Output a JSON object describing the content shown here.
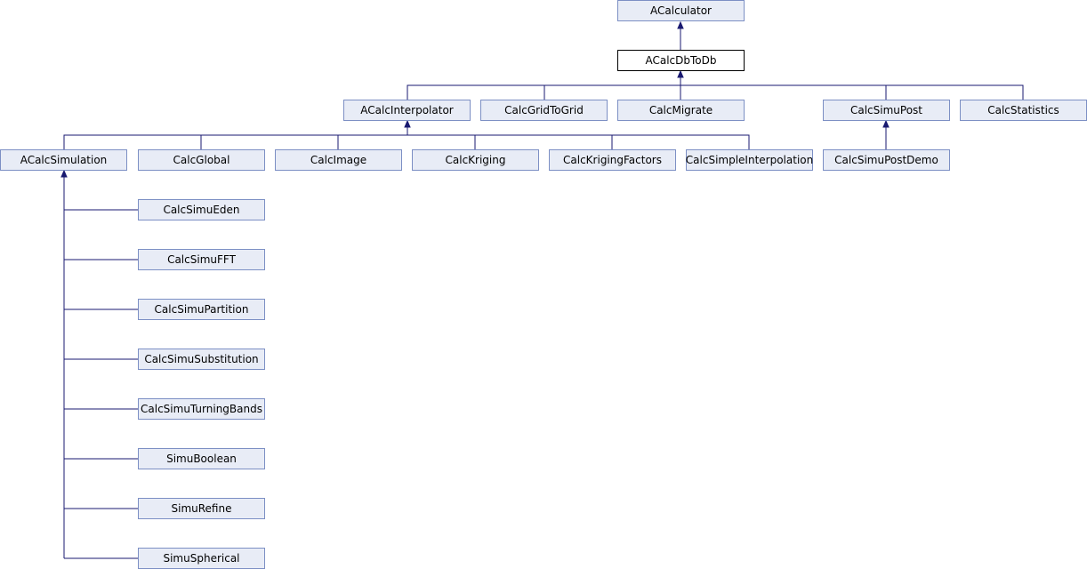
{
  "diagram": {
    "nodes": {
      "acalculator": "ACalculator",
      "acalcdbtodb": "ACalcDbToDb",
      "acalcinterpolator": "ACalcInterpolator",
      "calcgridtogrid": "CalcGridToGrid",
      "calcmigrate": "CalcMigrate",
      "calcsimupost": "CalcSimuPost",
      "calcstatistics": "CalcStatistics",
      "acalcsimulation": "ACalcSimulation",
      "calcglobal": "CalcGlobal",
      "calcimage": "CalcImage",
      "calckriging": "CalcKriging",
      "calckrigingfactors": "CalcKrigingFactors",
      "calcsimpleinterpolation": "CalcSimpleInterpolation",
      "calcsimupostdemo": "CalcSimuPostDemo",
      "calcsimueden": "CalcSimuEden",
      "calcsimufft": "CalcSimuFFT",
      "calcsimupartition": "CalcSimuPartition",
      "calcsimusubstitution": "CalcSimuSubstitution",
      "calcsimuturningbands": "CalcSimuTurningBands",
      "simuboolean": "SimuBoolean",
      "simurefine": "SimuRefine",
      "simuspherical": "SimuSpherical"
    },
    "colors": {
      "node_fill": "#e8ecf6",
      "node_border": "#7c8fc4",
      "current_fill": "#ffffff",
      "current_border": "#000000",
      "edge": "#191970"
    }
  }
}
